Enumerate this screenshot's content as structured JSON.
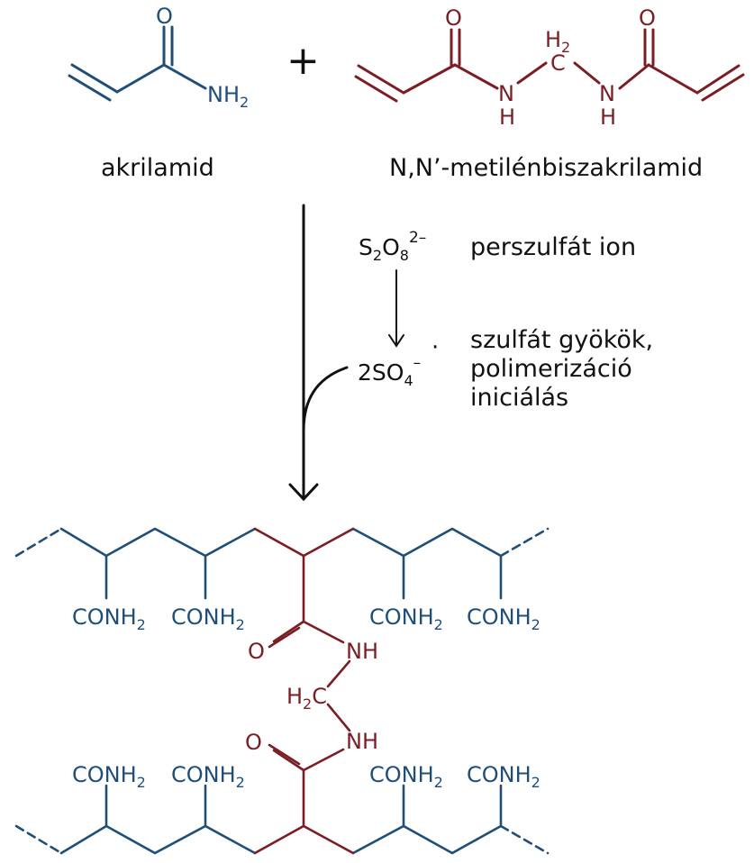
{
  "colors": {
    "blue": "#1f4e79",
    "red": "#7b1e24",
    "black": "#111111"
  },
  "reactants": {
    "acrylamide_label": "akrilamid",
    "bis_label": "N,N’-metilénbiszakrilamid",
    "plus": "+",
    "atoms": {
      "O": "O",
      "N": "N",
      "H": "H",
      "C": "C",
      "NH": "NH",
      "H2sub": "2"
    }
  },
  "initiation": {
    "persulfate": {
      "S": "S",
      "S_sub": "2",
      "O": "O",
      "O_sub": "8",
      "charge": "2–"
    },
    "persulfate_label": "perszulfát ion",
    "sulfate": {
      "prefix": "2SO",
      "sub": "4",
      "charge": "–",
      "radical_dot": "·"
    },
    "radical_label_lines": [
      "szulfát gyökök,",
      "polimerizáció",
      "iniciálás"
    ]
  },
  "polymer": {
    "side_group": {
      "main": "CONH",
      "sub": "2"
    },
    "crosslink": {
      "O": "O",
      "NH": "NH",
      "CH2": {
        "main": "H",
        "sub": "2",
        "C": "C"
      }
    }
  }
}
